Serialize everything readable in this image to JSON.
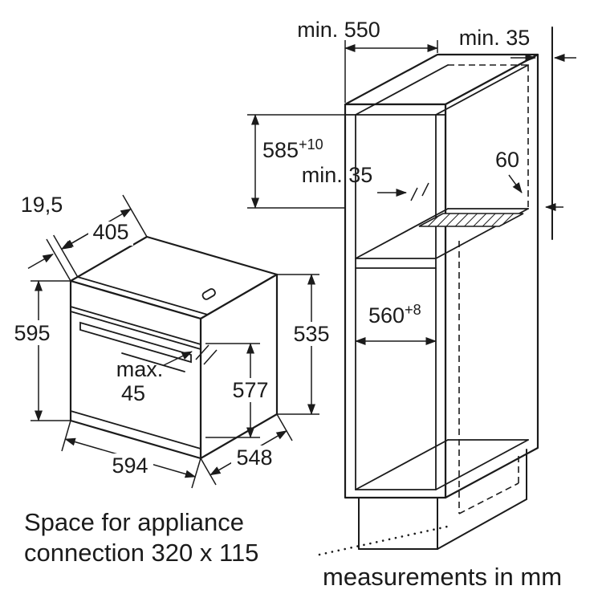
{
  "diagram_labels": {
    "oven": {
      "panel_offset": "19,5",
      "top_depth": "405",
      "front_height": "595",
      "handle_max_1": "max.",
      "handle_max_2": "45",
      "door_height": "577",
      "body_height": "535",
      "width": "594",
      "depth": "548"
    },
    "cabinet": {
      "min_depth": "min. 550",
      "wall_gap": "min. 35",
      "niche_height": "585",
      "niche_height_tol": "+10",
      "vent_gap": "min. 35",
      "vent_depth": "60",
      "niche_width": "560",
      "niche_width_tol": "+8"
    },
    "notes": {
      "connection_1": "Space for appliance",
      "connection_2": "connection 320 x 115",
      "units": "measurements in mm"
    },
    "colors": {
      "line": "#1b1b1b",
      "background": "#ffffff"
    }
  }
}
